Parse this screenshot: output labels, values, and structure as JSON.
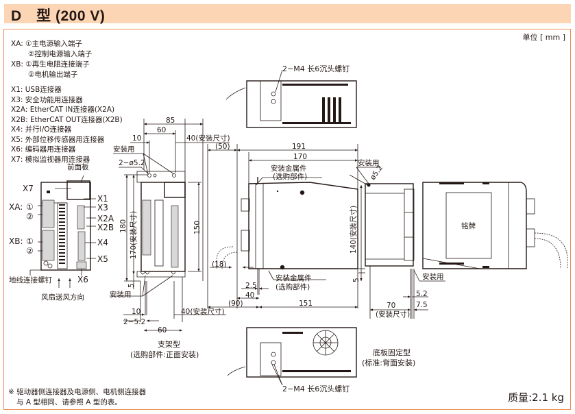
{
  "header": {
    "title": "D　型 (200 V)"
  },
  "unit_label": "单位 [ mm ]",
  "legend": {
    "xa_prefix": "XA:",
    "xa_1": "①主电源输入端子",
    "xa_2": "②控制电源输入端子",
    "xb_prefix": "XB:",
    "xb_1": "①再生电阻连接端子",
    "xb_2": "②电机输出端子",
    "connectors": [
      "X1: USB连接器",
      "X3: 安全功能用连接器",
      "X2A: EtherCAT IN连接器(X2A)",
      "X2B: EtherCAT OUT连接器(X2B)",
      "X4: 并行I/O连接器",
      "X5: 外部位移传感器用连接器",
      "X6: 编码器用连接器",
      "X7: 模拟监视器用连接器"
    ]
  },
  "front_view": {
    "front_panel": "前面板",
    "xa": "XA:",
    "xb": "XB:",
    "circ1": "①",
    "circ2": "②",
    "x7": "X7",
    "x1": "X1",
    "x3": "X3",
    "x2a": "X2A",
    "x2b": "X2B",
    "x4": "X4",
    "x5": "X5",
    "x6": "X6",
    "ground_screw": "地线连接螺钉",
    "fan_direction": "风扇送风方向"
  },
  "bracket_view": {
    "dim_85": "85",
    "dim_60_top": "60",
    "dim_10_top": "10",
    "dim_40_top": "40(安装尺寸)",
    "mount_label_top": "安装用",
    "hole_top": "2−ø5.2",
    "dim_180": "180",
    "dim_170": "170(安装尺寸)",
    "dim_150": "150",
    "dim_5": "5",
    "mount_label_bottom": "安装用",
    "dim_10_bottom": "10",
    "slot_bottom": "2−5.2",
    "dim_60_bottom": "60",
    "dim_40_bottom": "40(安装尺寸)",
    "caption_1": "支架型",
    "caption_2": "(选购部件:正面安装)"
  },
  "side_view": {
    "dim_50": "(50)",
    "dim_191": "191",
    "dim_170": "170",
    "bracket_label_1": "安装金属件",
    "bracket_label_2": "(选购部件)",
    "dim_18": "(18)",
    "bracket_label_3": "安装金属件",
    "bracket_label_4": "(选购部件)",
    "dim_2_5": "2.5",
    "dim_40": "40",
    "dim_90": "(90)",
    "dim_151": "151",
    "screw_top": "2−M4 长6沉头螺钉",
    "screw_bottom": "2−M4 长6沉头螺钉"
  },
  "base_view": {
    "mount_label_top": "安装用",
    "hole": "ø5.2",
    "dim_140": "140(安装尺寸)",
    "dim_5": "5",
    "mount_label_bottom": "安装用",
    "dim_5_2": "5.2",
    "dim_7_5": "7.5",
    "dim_70": "70",
    "dim_70_sub": "(安装尺寸)",
    "nameplate": "铭牌",
    "caption_1": "底板固定型",
    "caption_2": "(标准:背面安装)"
  },
  "mass": "质量:2.1 kg",
  "note": {
    "line1": "※ 驱动器侧连接器及电源侧、电机侧连接器",
    "line2": "与 A 型相同、请参照 A 型的表。"
  }
}
